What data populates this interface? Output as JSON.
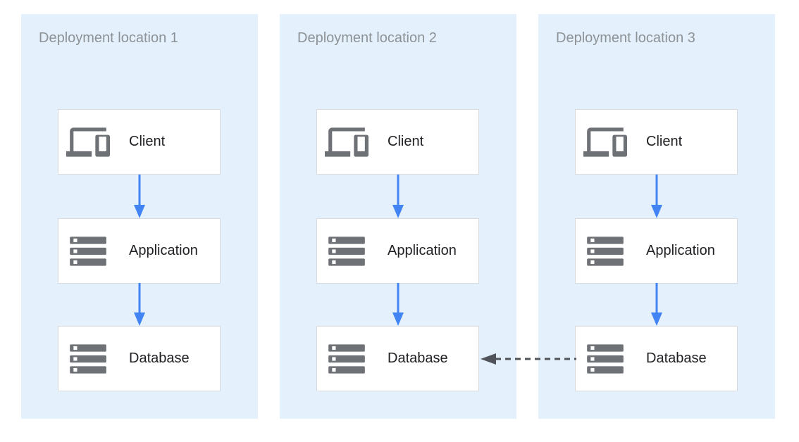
{
  "diagram": {
    "panels": [
      {
        "title": "Deployment location 1",
        "nodes": [
          {
            "label": "Client",
            "icon": "devices-icon"
          },
          {
            "label": "Application",
            "icon": "storage-icon"
          },
          {
            "label": "Database",
            "icon": "storage-icon"
          }
        ]
      },
      {
        "title": "Deployment location 2",
        "nodes": [
          {
            "label": "Client",
            "icon": "devices-icon"
          },
          {
            "label": "Application",
            "icon": "storage-icon"
          },
          {
            "label": "Database",
            "icon": "storage-icon"
          }
        ]
      },
      {
        "title": "Deployment location 3",
        "nodes": [
          {
            "label": "Client",
            "icon": "devices-icon"
          },
          {
            "label": "Application",
            "icon": "storage-icon"
          },
          {
            "label": "Database",
            "icon": "storage-icon"
          }
        ]
      }
    ],
    "connections": [
      {
        "panel": "Deployment location 1",
        "from": "Client",
        "to": "Application",
        "style": "solid"
      },
      {
        "panel": "Deployment location 1",
        "from": "Application",
        "to": "Database",
        "style": "solid"
      },
      {
        "panel": "Deployment location 2",
        "from": "Client",
        "to": "Application",
        "style": "solid"
      },
      {
        "panel": "Deployment location 2",
        "from": "Application",
        "to": "Database",
        "style": "solid"
      },
      {
        "panel": "Deployment location 3",
        "from": "Client",
        "to": "Application",
        "style": "solid"
      },
      {
        "panel": "Deployment location 3",
        "from": "Application",
        "to": "Database",
        "style": "solid"
      },
      {
        "from": "Deployment location 3: Database",
        "to": "Deployment location 2: Database",
        "style": "dashed"
      }
    ],
    "colors": {
      "page_bg": "#ffffff",
      "panel_bg": "#e4f0fb",
      "panel_title": "#8d9297",
      "box_bg": "#ffffff",
      "box_border": "#d8dadd",
      "node_label": "#202124",
      "icon": "#6e7175",
      "flow_arrow": "#4284f3",
      "dashed_arrow": "#50545a"
    }
  }
}
